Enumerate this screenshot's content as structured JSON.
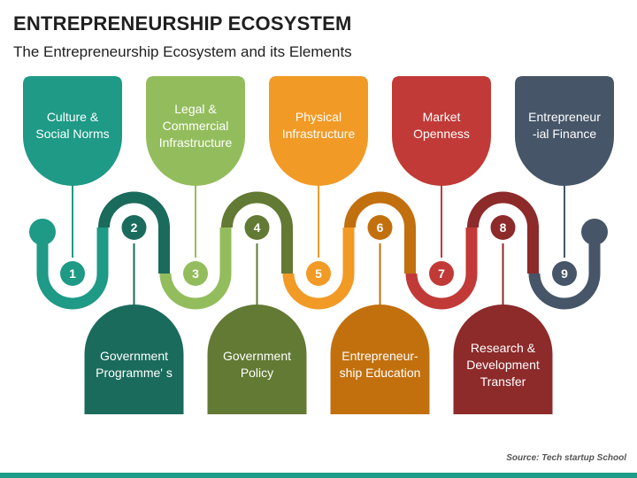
{
  "header": {
    "title": "ENTREPRENEURSHIP ECOSYSTEM",
    "subtitle": "The Entrepreneurship Ecosystem and its Elements"
  },
  "colors": {
    "teal": "#1e9a86",
    "dark_teal": "#1a6b5c",
    "light_green": "#93bd5c",
    "olive_green": "#627a33",
    "orange": "#f29a26",
    "dark_orange": "#c2700e",
    "red": "#c13a37",
    "dark_red": "#8d2a2a",
    "slate": "#465568"
  },
  "elements": [
    {
      "number": "1",
      "label": "Culture &\nSocial Norms",
      "position": "top",
      "color": "#1e9a86"
    },
    {
      "number": "2",
      "label": "Government\nProgramme' s",
      "position": "bottom",
      "color": "#1a6b5c"
    },
    {
      "number": "3",
      "label": "Legal &\nCommercial\nInfrastructure",
      "position": "top",
      "color": "#93bd5c"
    },
    {
      "number": "4",
      "label": "Government\nPolicy",
      "position": "bottom",
      "color": "#627a33"
    },
    {
      "number": "5",
      "label": "Physical\nInfrastructure",
      "position": "top",
      "color": "#f29a26"
    },
    {
      "number": "6",
      "label": "Entrepreneur-\nship Education",
      "position": "bottom",
      "color": "#c2700e"
    },
    {
      "number": "7",
      "label": "Market\nOpenness",
      "position": "top",
      "color": "#c13a37"
    },
    {
      "number": "8",
      "label": "Research &\nDevelopment\nTransfer",
      "position": "bottom",
      "color": "#8d2a2a"
    },
    {
      "number": "9",
      "label": "Entrepreneur\n-ial Finance",
      "position": "top",
      "color": "#465568"
    }
  ],
  "footer": {
    "source": "Source: Tech startup School"
  }
}
